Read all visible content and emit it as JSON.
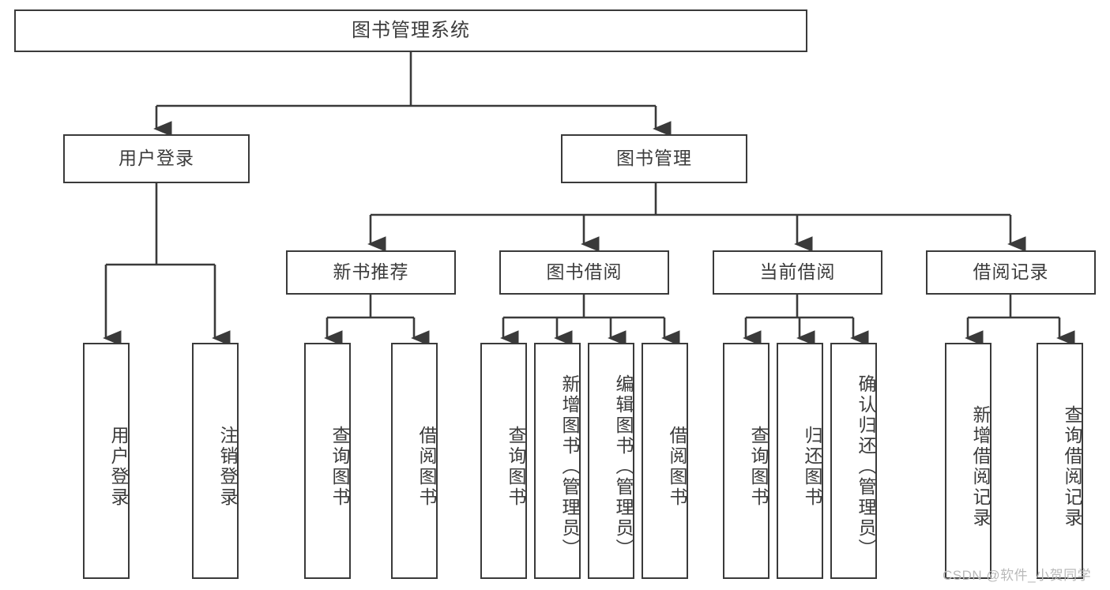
{
  "diagram": {
    "title": "图书管理系统",
    "watermark": "CSDN @软件_小贺同学",
    "levels": {
      "root": {
        "label": "图书管理系统"
      },
      "level2": [
        {
          "label": "用户登录"
        },
        {
          "label": "图书管理"
        }
      ],
      "level3": [
        {
          "label": "新书推荐"
        },
        {
          "label": "图书借阅"
        },
        {
          "label": "当前借阅"
        },
        {
          "label": "借阅记录"
        }
      ],
      "leaves": [
        {
          "label": "用户登录",
          "parent": "用户登录"
        },
        {
          "label": "注销登录",
          "parent": "用户登录"
        },
        {
          "label": "查询图书",
          "parent": "新书推荐"
        },
        {
          "label": "借阅图书",
          "parent": "新书推荐"
        },
        {
          "label": "查询图书",
          "parent": "图书借阅"
        },
        {
          "label": "新增图书（管理员）",
          "parent": "图书借阅"
        },
        {
          "label": "编辑图书（管理员）",
          "parent": "图书借阅"
        },
        {
          "label": "借阅图书",
          "parent": "图书借阅"
        },
        {
          "label": "查询图书",
          "parent": "当前借阅"
        },
        {
          "label": "归还图书",
          "parent": "当前借阅"
        },
        {
          "label": "确认归还（管理员）",
          "parent": "当前借阅"
        },
        {
          "label": "新增借阅记录",
          "parent": "借阅记录"
        },
        {
          "label": "查询借阅记录",
          "parent": "借阅记录"
        }
      ]
    },
    "colors": {
      "stroke": "#3a3a3a",
      "text": "#3c3c3c",
      "background": "#ffffff",
      "watermark": "#b9b9b9"
    }
  }
}
